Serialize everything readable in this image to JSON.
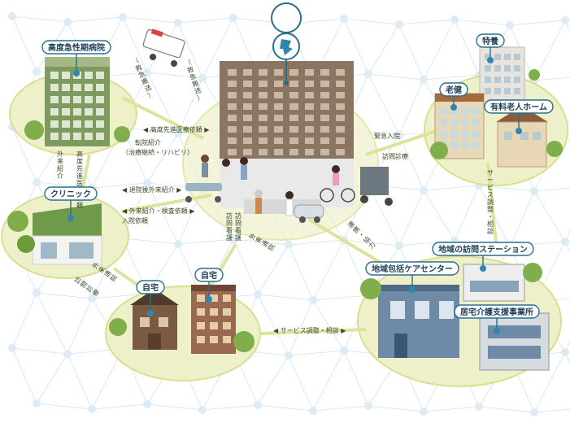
{
  "colors": {
    "background": "#ffffff",
    "network_line": "#cfe2ee",
    "network_node": "#dcebf5",
    "yellow_ring": "#eef0c9",
    "yellow_line": "#d9df8f",
    "label_border": "#2a6f8f",
    "label_pin": "#2f86b0",
    "arrow": "#7a9a3a"
  },
  "icons": {
    "logo": "hospital-logo-icon",
    "pin": "location-pin-icon"
  },
  "labels": {
    "acute_hospital": "高度急性期病院",
    "clinic": "クリニック",
    "home_left": "自宅",
    "home_right": "自宅",
    "tokuyou": "特養",
    "rouken": "老健",
    "yuryo_home": "有料老人ホーム",
    "visit_station": "地域の訪問ステーション",
    "care_center": "地域包括ケアセンター",
    "care_support": "居宅介護支援事業所"
  },
  "edges": {
    "ambulance_left": "（救急搬送）",
    "ambulance_right": "（救急搬送）",
    "acute_referral": "高度先進医療依頼",
    "transfer": "転院紹介",
    "transfer_sub": "（治療継続・リハビリ）",
    "outpatient_ref": "外来紹介",
    "advanced_req": "高度先進医療依頼",
    "discharge_ref": "退院後外来紹介",
    "outpatient_exam": "外来紹介・検査依頼",
    "admission_req": "入院依頼",
    "outpatient_visit": "外来通院",
    "home_visit": "訪問診療",
    "home_care_left": "訪問看護",
    "home_care_mid": "訪問看護",
    "home_care_right": "外来通院",
    "emergency_in": "緊急入院",
    "visit_care": "訪問診療",
    "service_adjust_right": "サービス調整・相談",
    "consult": "連携・協力",
    "service_adjust_bottom": "サービス調整・相談"
  }
}
